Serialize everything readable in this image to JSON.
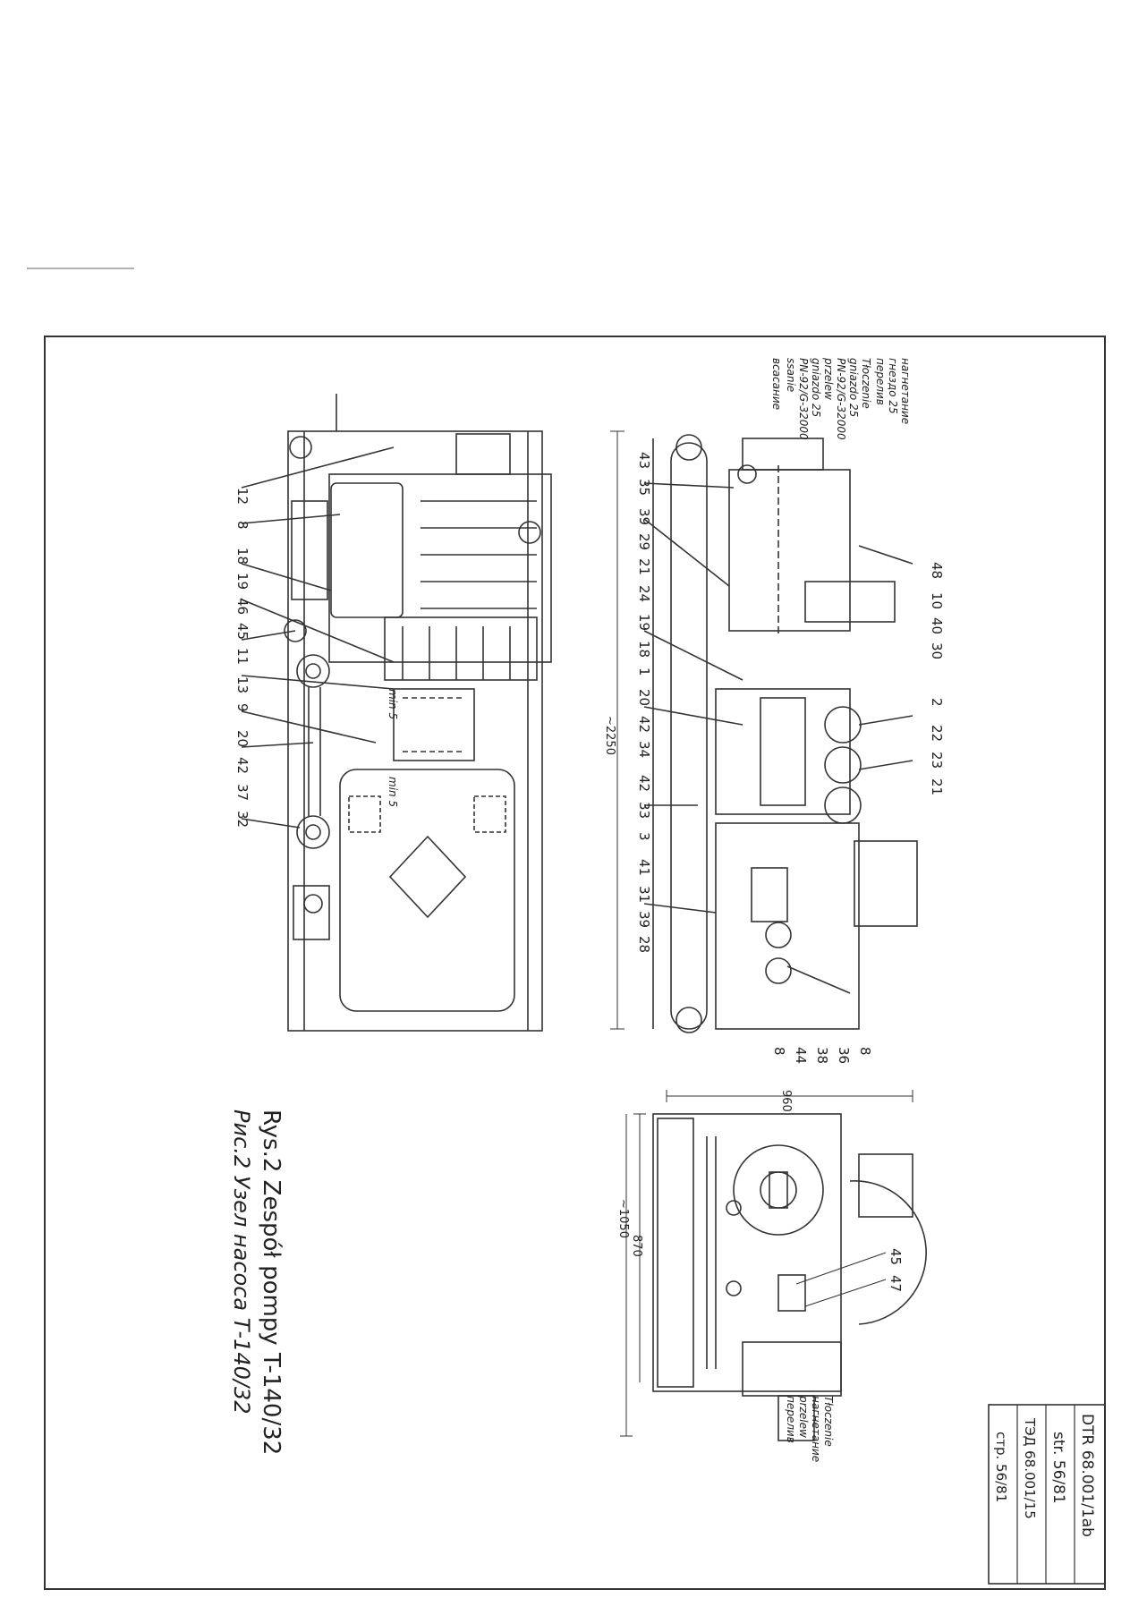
{
  "caption": {
    "line1": "Rys.2 Zespół pompy T-140/32",
    "line2": "Рис.2 Узел насоса Т-140/32"
  },
  "title_block": {
    "r1": "DTR 68.001/1ab",
    "r2": "str. 56/81",
    "r3": "ТЭД 68.001/15",
    "r4": "стр. 56/81"
  },
  "top_annotations": [
    "нагнетание",
    "гнездо 25",
    "перелив",
    "Tłoczenie",
    "gniazdo 25",
    "PN-92/G-32000",
    "przelew",
    "gniazdo 25",
    "PN-92/G-32000",
    "ssanie",
    "всасание"
  ],
  "side_annotations": [
    "Tłoczenie",
    "нагнетание",
    "przelew",
    "перелив"
  ],
  "dimensions": {
    "length": "~2250",
    "width": "960",
    "depth": "870",
    "height": "~1050",
    "gap1": "min 5",
    "gap2": "min 5"
  },
  "labels_plan": [
    "12",
    "8",
    "18",
    "19",
    "46",
    "45",
    "11",
    "13",
    "9",
    "20",
    "42",
    "37",
    "32"
  ],
  "labels_front_bottom": [
    "43",
    "35",
    "39",
    "29",
    "21",
    "24",
    "19",
    "18",
    "1",
    "20",
    "42",
    "34",
    "42",
    "33",
    "3",
    "41",
    "31",
    "39",
    "28"
  ],
  "labels_front_top": [
    "48",
    "10",
    "40",
    "30",
    "2",
    "22",
    "23",
    "21"
  ],
  "labels_front_right": [
    "8",
    "44",
    "38",
    "36",
    "8"
  ],
  "labels_end": [
    "45",
    "47"
  ]
}
